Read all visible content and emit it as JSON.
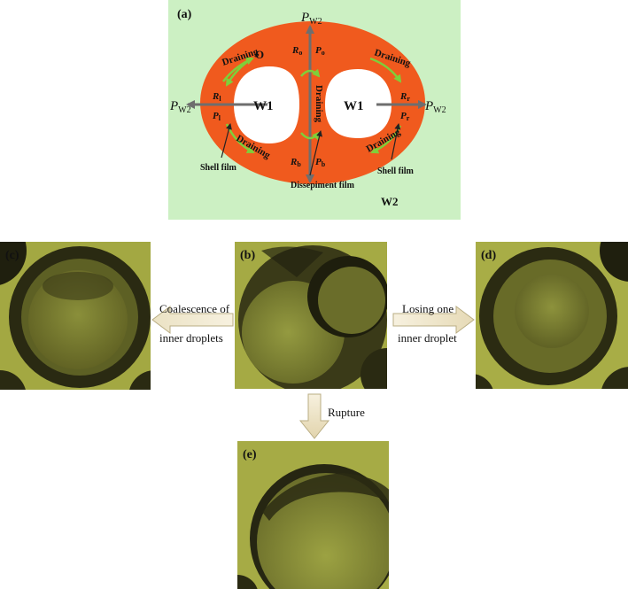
{
  "panel_a": {
    "label": "(a)",
    "p_w2_top": "P",
    "p_w2_sub": "W2",
    "p_w2_left": "P",
    "p_w2_right": "P",
    "oil": "O",
    "w1_left": "W1",
    "w1_right": "W1",
    "w2": "W2",
    "r_o": "R",
    "r_o_sub": "o",
    "p_o": "P",
    "p_o_sub": "o",
    "r_l": "R",
    "r_l_sub": "l",
    "p_l": "P",
    "p_l_sub": "l",
    "r_r": "R",
    "r_r_sub": "r",
    "p_r": "P",
    "p_r_sub": "r",
    "r_b": "R",
    "r_b_sub": "b",
    "p_b": "P",
    "p_b_sub": "b",
    "draining": "Draining",
    "shell_film": "Shell film",
    "dissepiment_film": "Dissepiment film",
    "colors": {
      "background": "#ccf0c3",
      "oil_shell": "#f05a1e",
      "arrow": "#7fcf3a",
      "w1": "#ffffff"
    }
  },
  "photos": {
    "b": "(b)",
    "c": "(c)",
    "d": "(d)",
    "e": "(e)"
  },
  "arrows": {
    "left_line1": "Coalescence of",
    "left_line2": "inner droplets",
    "right_line1": "Losing one",
    "right_line2": "inner droplet",
    "down": "Rupture"
  }
}
